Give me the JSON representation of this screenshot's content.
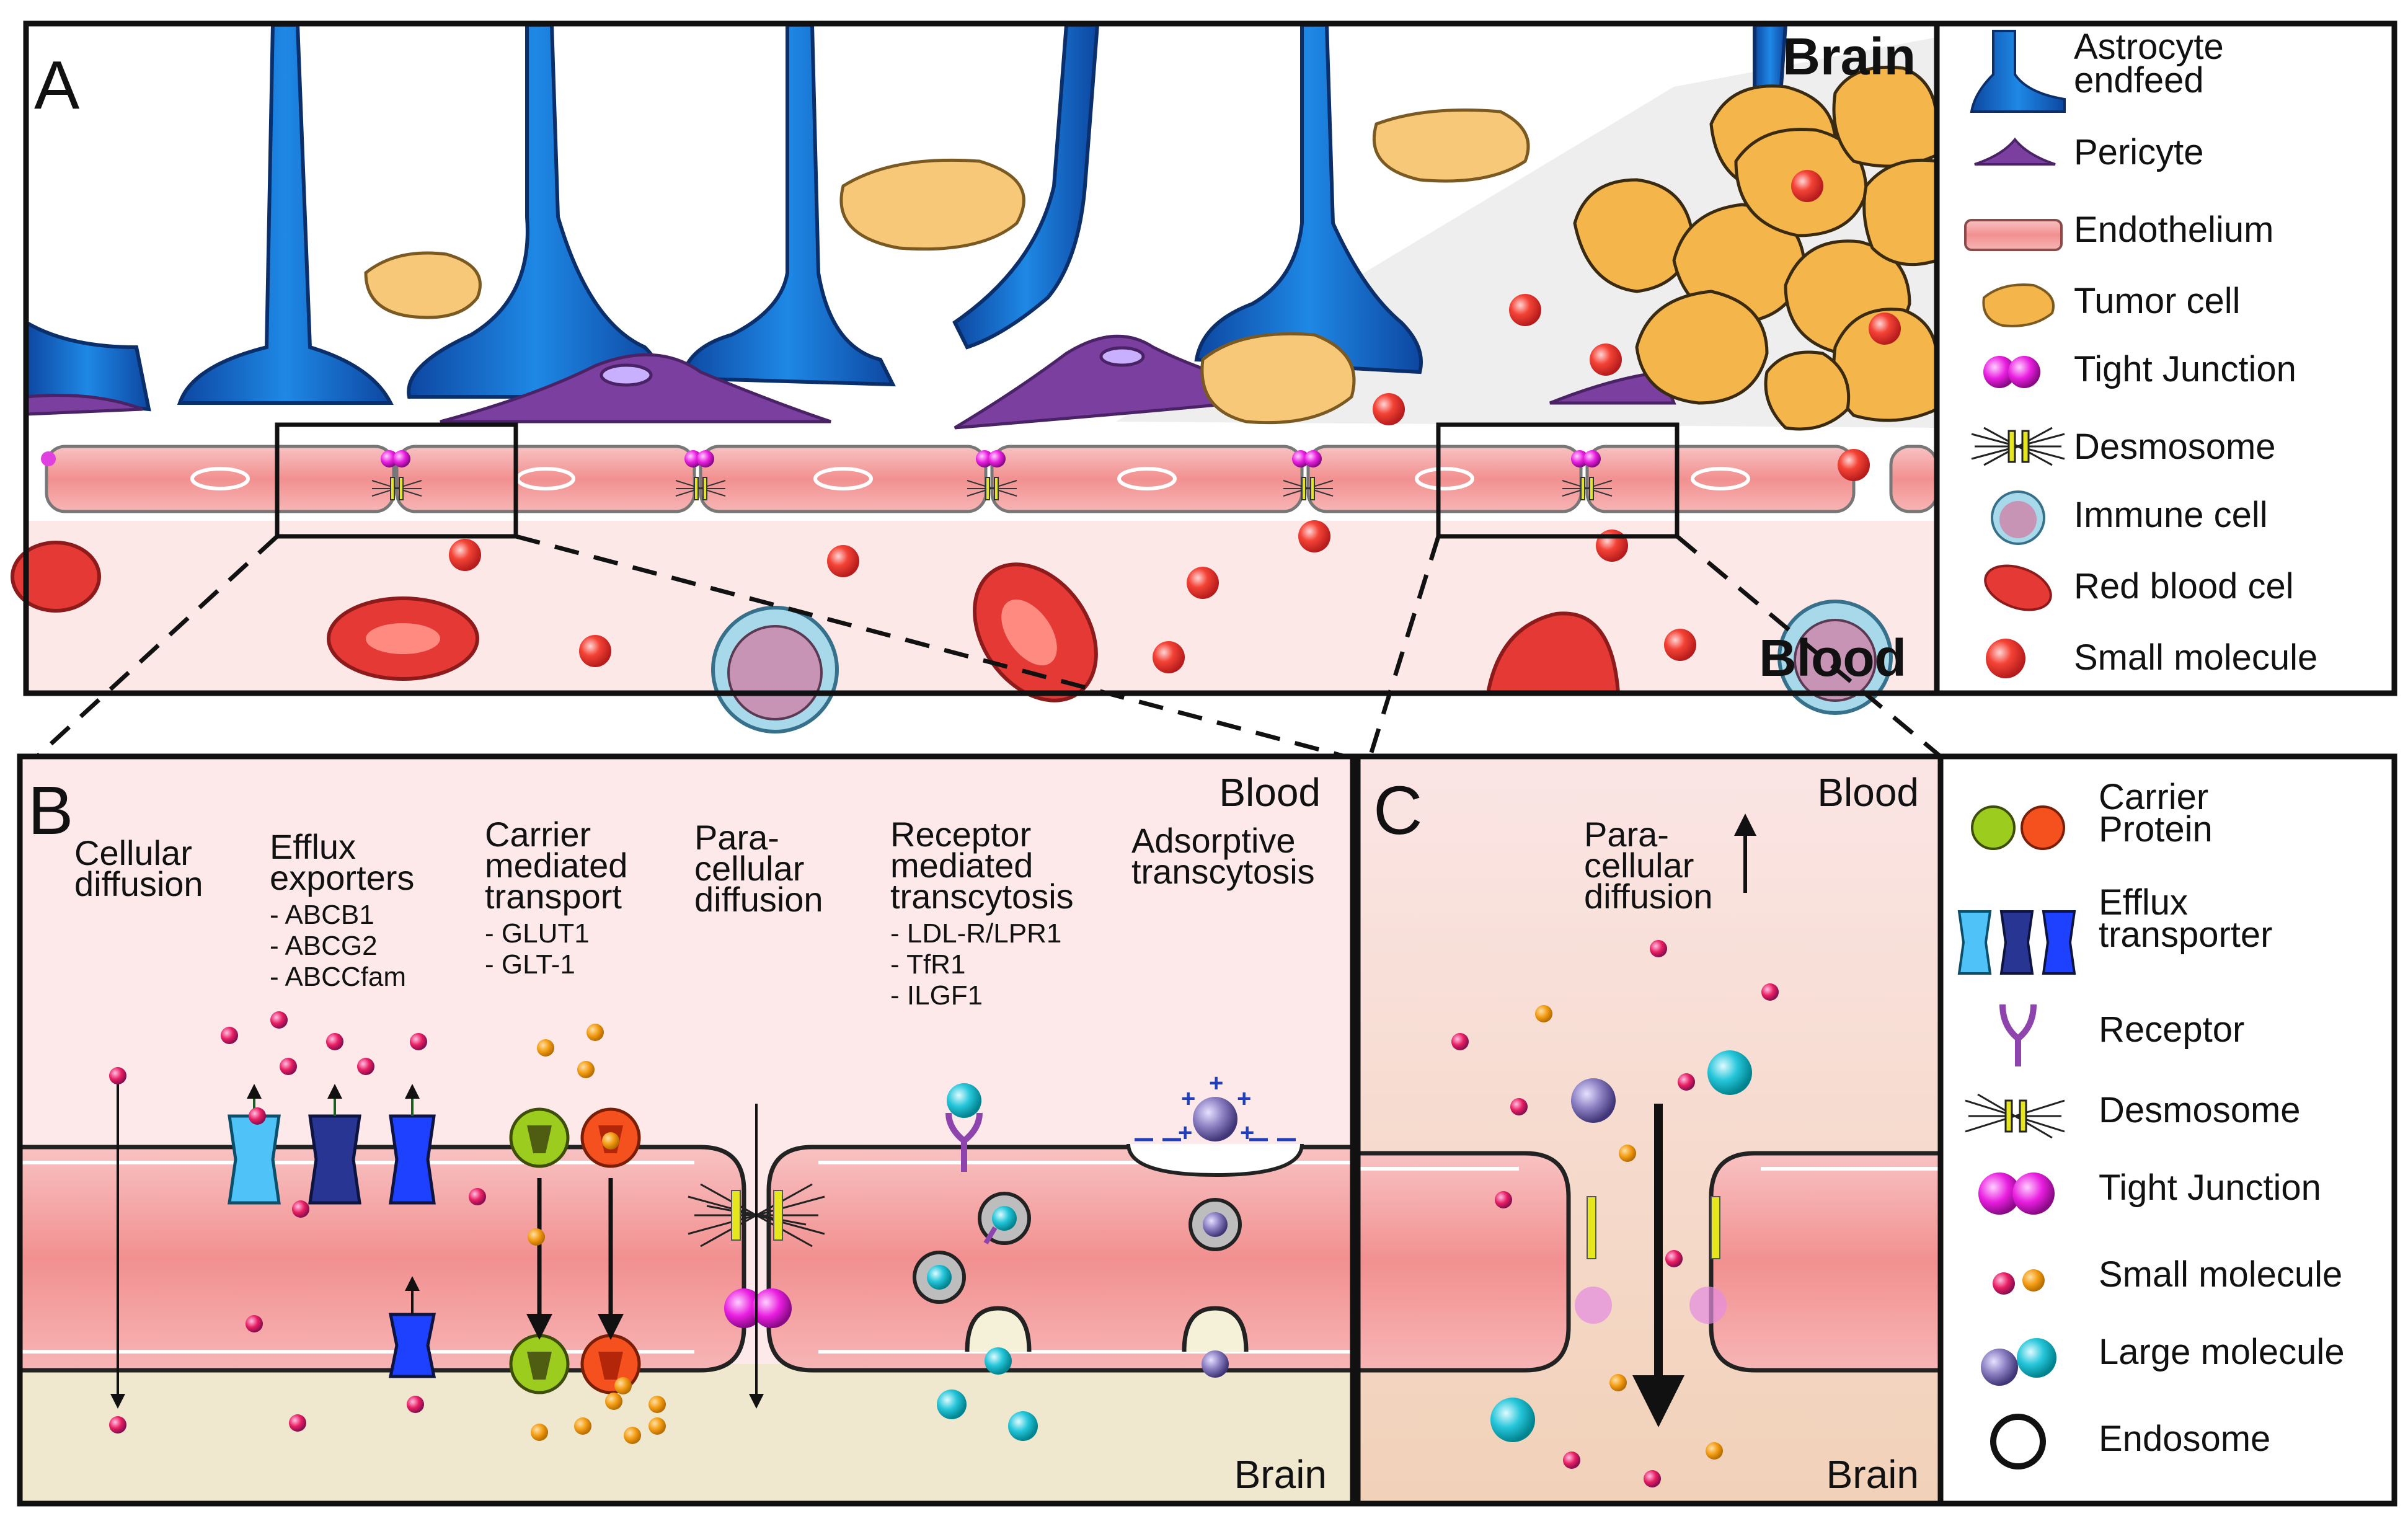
{
  "panel_a": {
    "letter": "A",
    "region_top": "Brain",
    "region_bottom": "Blood",
    "legend": [
      {
        "icon": "astrocyte-endfeet-icon",
        "lines": [
          "Astrocyte",
          "endfeed"
        ]
      },
      {
        "icon": "pericyte-icon",
        "lines": [
          "Pericyte"
        ]
      },
      {
        "icon": "endothelium-icon",
        "lines": [
          "Endothelium"
        ]
      },
      {
        "icon": "tumor-cell-icon",
        "lines": [
          "Tumor cell"
        ]
      },
      {
        "icon": "tight-junction-icon",
        "lines": [
          "Tight Junction"
        ]
      },
      {
        "icon": "desmosome-icon",
        "lines": [
          "Desmosome"
        ]
      },
      {
        "icon": "immune-cell-icon",
        "lines": [
          "Immune cell"
        ]
      },
      {
        "icon": "red-blood-cell-icon",
        "lines": [
          "Red blood cel"
        ]
      },
      {
        "icon": "small-molecule-icon",
        "lines": [
          "Small molecule"
        ]
      }
    ]
  },
  "panel_b": {
    "letter": "B",
    "region_top": "Blood",
    "region_bottom": "Brain",
    "mechanisms": [
      {
        "lines": [
          "Cellular",
          "diffusion"
        ],
        "items": []
      },
      {
        "lines": [
          "Efflux",
          "exporters"
        ],
        "items": [
          "- ABCB1",
          "- ABCG2",
          "- ABCCfam"
        ]
      },
      {
        "lines": [
          "Carrier",
          "mediated",
          "transport"
        ],
        "items": [
          "- GLUT1",
          "- GLT-1"
        ]
      },
      {
        "lines": [
          "Para-",
          "cellular",
          "diffusion"
        ],
        "items": []
      },
      {
        "lines": [
          "Receptor",
          "mediated",
          "transcytosis"
        ],
        "items": [
          "- LDL-R/LPR1",
          "- TfR1",
          "- ILGF1"
        ]
      },
      {
        "lines": [
          "Adsorptive",
          "transcytosis"
        ],
        "items": []
      }
    ]
  },
  "panel_c": {
    "letter": "C",
    "region_top": "Blood",
    "region_bottom": "Brain",
    "annotation": [
      "Para-",
      "cellular",
      "diffusion"
    ],
    "legend": [
      {
        "icon": "carrier-protein-icon",
        "lines": [
          "Carrier",
          "Protein"
        ]
      },
      {
        "icon": "efflux-transporter-icon",
        "lines": [
          "Efflux",
          "transporter"
        ]
      },
      {
        "icon": "receptor-icon",
        "lines": [
          "Receptor"
        ]
      },
      {
        "icon": "desmosome-icon",
        "lines": [
          "Desmosome"
        ]
      },
      {
        "icon": "tight-junction-icon",
        "lines": [
          "Tight Junction"
        ]
      },
      {
        "icon": "small-molecule-icon",
        "lines": [
          "Small molecule"
        ]
      },
      {
        "icon": "large-molecule-icon",
        "lines": [
          "Large molecule"
        ]
      },
      {
        "icon": "endosome-icon",
        "lines": [
          "Endosome"
        ]
      }
    ]
  },
  "colors": {
    "astrocyte": "#1565c0",
    "pericyte": "#7b3fa0",
    "endothelium": "#f08a8a",
    "tumor": "#f4b54a",
    "blood_bg": "#fde8e8",
    "brain_bg": "#eee6cc",
    "tight_junction": "#e040e0",
    "small_molecule_pink": "#d81b60",
    "small_molecule_orange": "#f39c12",
    "large_molecule_teal": "#26c6da",
    "large_molecule_purple": "#7b6fb0"
  }
}
